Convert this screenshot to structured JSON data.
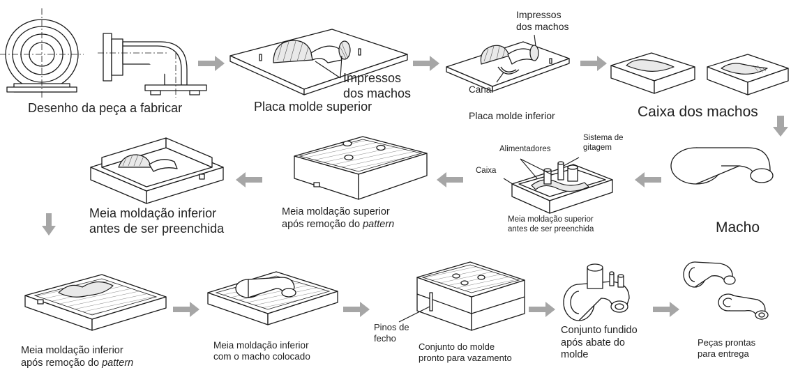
{
  "steps": {
    "s1": {
      "label": "Desenho da peça a fabricar"
    },
    "s2": {
      "label": "Placa molde superior",
      "callout": [
        "Impressos",
        "dos machos"
      ]
    },
    "s3": {
      "label": "Placa molde inferior",
      "callout": [
        "Impressos",
        "dos machos"
      ],
      "canal": "Canal"
    },
    "s4": {
      "label": "Caixa dos machos"
    },
    "s5": {
      "label": "Macho"
    },
    "s6": {
      "label": [
        "Meia moldação superior",
        "antes de ser preenchida"
      ],
      "caixa": "Caixa",
      "alimentadores": "Alimentadores",
      "gitagem": [
        "Sistema de",
        "gitagem"
      ]
    },
    "s7": {
      "label_l1": "Meia moldação superior",
      "label_l2_pre": "após remoção do ",
      "label_l2_it": "pattern"
    },
    "s8": {
      "label": [
        "Meia moldação inferior",
        "antes de ser preenchida"
      ]
    },
    "s9": {
      "label_l1": "Meia moldação inferior",
      "label_l2_pre": "após remoção do ",
      "label_l2_it": "pattern"
    },
    "s10": {
      "label": [
        "Meia moldação inferior",
        "com o macho colocado"
      ]
    },
    "s11": {
      "label": [
        "Conjunto do molde",
        "pronto para vazamento"
      ],
      "pinos": [
        "Pinos de",
        "fecho"
      ]
    },
    "s12": {
      "label": [
        "Conjunto fundido",
        "após abate do",
        "molde"
      ]
    },
    "s13": {
      "label": [
        "Peças prontas",
        "para entrega"
      ]
    }
  },
  "colors": {
    "arrow": "#a6a6a6",
    "ink": "#1a1a1a"
  }
}
